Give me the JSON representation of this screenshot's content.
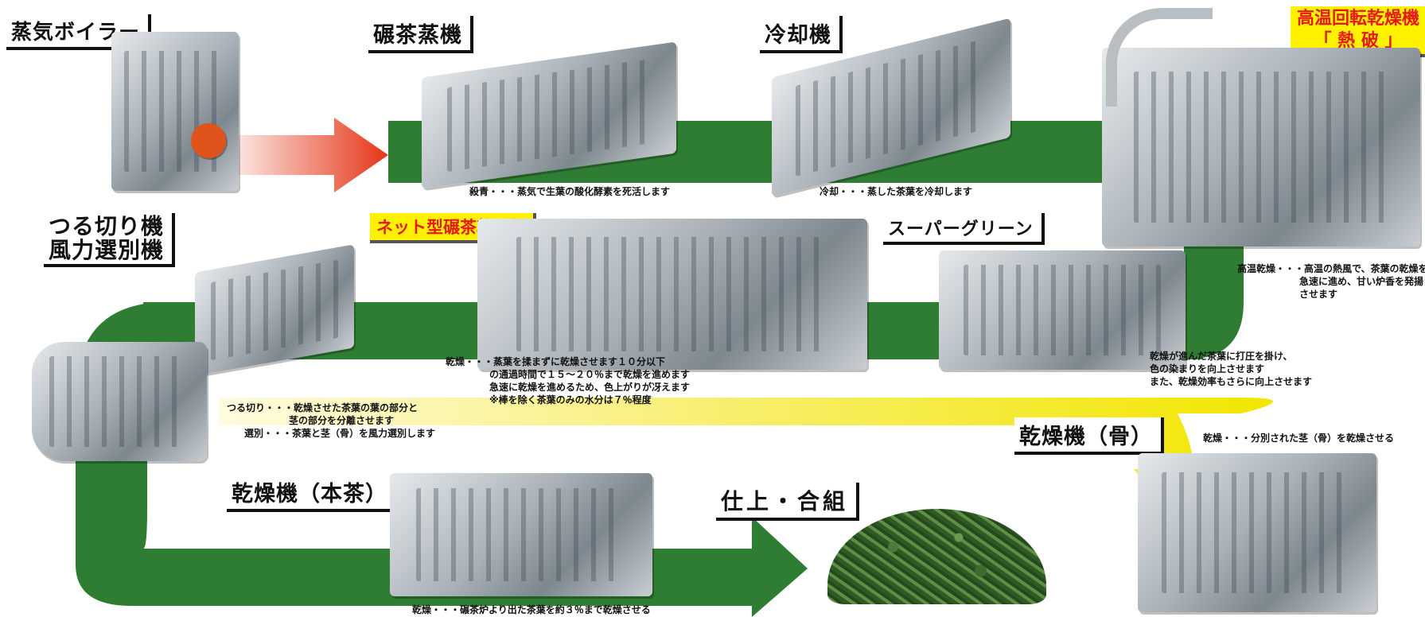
{
  "stages": {
    "steam_boiler": {
      "title": "蒸気ボイラー"
    },
    "tencha_steamer": {
      "title": "碾茶蒸機",
      "desc": "殺青・・・蒸気で生葉の酸化酵素を死活します"
    },
    "cooler": {
      "title": "冷却機",
      "desc": "冷却・・・蒸した茶葉を冷却します"
    },
    "rotary_dryer": {
      "title_line1": "高温回転乾燥機",
      "title_line2": "「 熱 破 」",
      "desc_line1": "高温乾燥・・・高温の熱風で、茶葉の乾燥を",
      "desc_line2": "急速に進め、甘い炉香を発揚",
      "desc_line3": "させます"
    },
    "net_dryer": {
      "title": "ネット型碾茶乾燥炉",
      "desc_line1": "乾燥・・・蒸葉を揉まずに乾燥させます１０分以下",
      "desc_line2": "の通過時間で１５～２０％まで乾燥を進めます",
      "desc_line3": "急速に乾燥を進めるため、色上がりが冴えます",
      "desc_line4": "※棒を除く茶葉のみの水分は７％程度"
    },
    "super_green": {
      "title": "スーパーグリーン",
      "desc_line1": "乾燥が進んだ茶葉に打圧を掛け、",
      "desc_line2": "色の染まりを向上させます",
      "desc_line3": "また、乾燥効率もさらに向上させます"
    },
    "cutter_separator": {
      "title_line1": "つる切り機",
      "title_line2": "風力選別機",
      "desc_line1": "つる切り・・・乾燥させた茶葉の葉の部分と",
      "desc_line2": "茎の部分を分離させます",
      "desc_line3": "選別・・・茶葉と茎（骨）を風力選別します"
    },
    "stem_dryer": {
      "title": "乾燥機（骨）",
      "desc": "乾燥・・・分別された茎（骨）を乾燥させる"
    },
    "main_dryer": {
      "title": "乾燥機（本茶）",
      "desc": "乾燥・・・碾茶炉より出た茶葉を約３％まで乾燥させる"
    },
    "finishing": {
      "title": "仕上・合組"
    }
  },
  "colors": {
    "flow_green": "#2e7d32",
    "flow_yellow": "#f2e600",
    "heat_red": "#e53517",
    "highlight_text": "#e41a1c"
  }
}
